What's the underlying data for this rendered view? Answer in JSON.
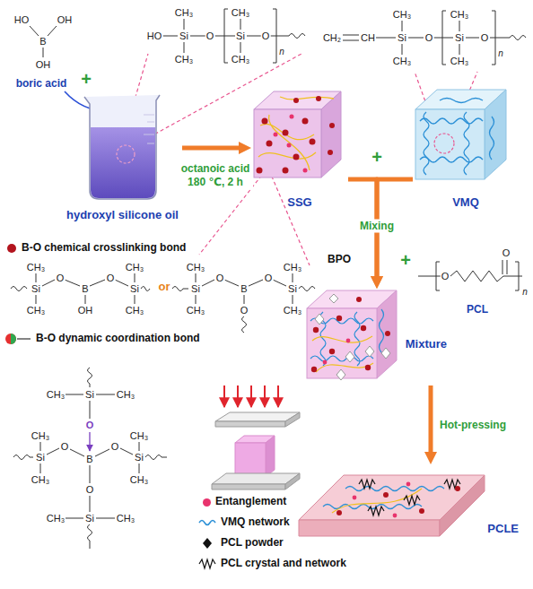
{
  "diagram": {
    "nodes": [
      {
        "text": [
          "hydroxyl silicone oil"
        ]
      },
      {
        "text": [
          "SSG"
        ]
      },
      {
        "text": [
          "VMQ"
        ]
      },
      {
        "text": [
          "Mixture"
        ]
      },
      {
        "text": [
          "PCLE"
        ]
      }
    ],
    "edges": [
      {
        "from": 0,
        "to": 1,
        "arrow": "to",
        "label": "octanoic acid 180 ℃, 2 h"
      },
      {
        "from": 1,
        "to": 3,
        "arrow": "to",
        "label": "Mixing"
      },
      {
        "from": 2,
        "to": 3,
        "arrow": "to"
      },
      {
        "from": 3,
        "to": 4,
        "arrow": "to",
        "label": "Hot-pressing"
      }
    ],
    "labels": [
      "HO",
      "OH",
      "B",
      "OH",
      "boric acid",
      "+",
      "CH₃",
      "CH₃",
      "HO",
      "Si",
      "O",
      "Si",
      "O",
      "n",
      "CH₃",
      "CH₃",
      "CH₃",
      "CH₃",
      "CH₂",
      "CH",
      "Si",
      "O",
      "Si",
      "O",
      "n",
      "CH₃",
      "CH₃",
      "+",
      "CH₃",
      "CH₃",
      "CH₃",
      "CH₃",
      "Si",
      "O",
      "B",
      "O",
      "Si",
      "or",
      "Si",
      "O",
      "B",
      "O",
      "Si",
      "CH₃",
      "OH",
      "CH₃",
      "CH₃",
      "O",
      "CH₃",
      "BPO",
      "+",
      "O",
      "O",
      "n",
      "PCL",
      "CH₃",
      "Si",
      "CH₃",
      "O",
      "CH₃",
      "O",
      "O",
      "CH₃",
      "Si",
      "B",
      "Si",
      "CH₃",
      "O",
      "CH₃",
      "CH₃",
      "Si",
      "CH₃"
    ],
    "legend": [
      {
        "text": "B-O chemical crosslinking bond",
        "color": "#b3141e"
      },
      {
        "text": "B-O dynamic coordination bond"
      },
      {
        "text": "Entanglement",
        "color": "#e8336d"
      },
      {
        "text": "VMQ network"
      },
      {
        "text": "PCL powder"
      },
      {
        "text": "PCL crystal and network"
      }
    ]
  }
}
